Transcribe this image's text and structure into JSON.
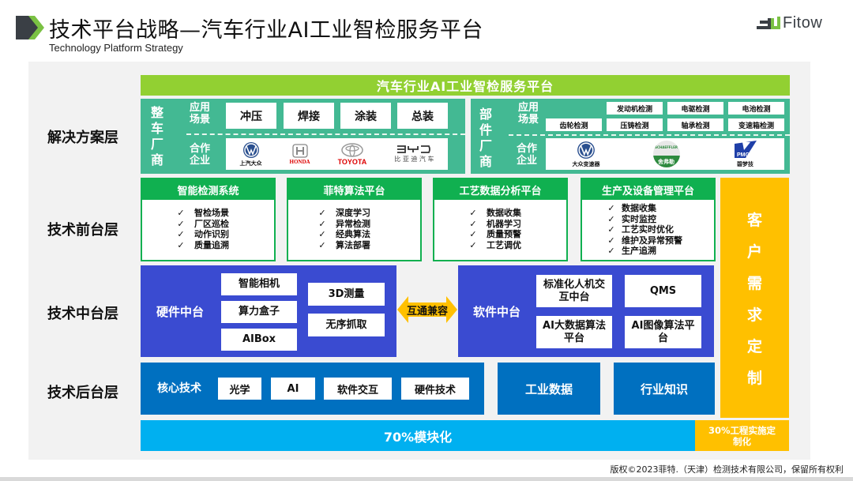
{
  "header": {
    "title": "技术平台战略—汽车行业AI工业智检服务平台",
    "subtitle": "Technology Platform Strategy",
    "logo_text": "Fitow"
  },
  "layers": {
    "solution": "解决方案层",
    "front": "技术前台层",
    "middle": "技术中台层",
    "back": "技术后台层"
  },
  "platform_banner": "汽车行业AI工业智检服务平台",
  "oem": {
    "vertical_label": [
      "整",
      "车",
      "厂",
      "商"
    ],
    "scenario_label": [
      "应用",
      "场景"
    ],
    "partner_label": [
      "合作",
      "企业"
    ],
    "scenarios": [
      "冲压",
      "焊接",
      "涂装",
      "总装"
    ],
    "partners": [
      {
        "name": "上汽大众",
        "icon": "volkswagen-logo"
      },
      {
        "name": "HONDA",
        "icon": "honda-logo"
      },
      {
        "name": "TOYOTA",
        "icon": "toyota-logo"
      },
      {
        "name": "比 亚 迪 汽 车",
        "icon": "byd-logo"
      }
    ]
  },
  "parts": {
    "vertical_label": [
      "部",
      "件",
      "厂",
      "商"
    ],
    "scenario_label": [
      "应用",
      "场景"
    ],
    "partner_label": [
      "合作",
      "企业"
    ],
    "scenarios_row1": [
      "发动机检测",
      "电驱检测",
      "电池检测"
    ],
    "scenarios_row2": [
      "齿轮检测",
      "压铸检测",
      "轴承检测",
      "变速箱检测"
    ],
    "partners": [
      {
        "name": "大众变速器",
        "icon": "volkswagen-logo"
      },
      {
        "name": "舍弗勒",
        "icon": "schaeffler-logo",
        "badge_text": "SCHAEFFLER"
      },
      {
        "name": "碧梦技",
        "icon": "pmg-logo",
        "badge_text": "PMG"
      }
    ]
  },
  "front_platforms": [
    {
      "title": "智能检测系统",
      "items": [
        "智检场景",
        "厂区巡检",
        "动作识别",
        "质量追溯"
      ]
    },
    {
      "title": "菲特算法平台",
      "items": [
        "深度学习",
        "异常检测",
        "经典算法",
        "算法部署"
      ]
    },
    {
      "title": "工艺数据分析平台",
      "items": [
        "数据收集",
        "机器学习",
        "质量预警",
        "工艺调优"
      ]
    },
    {
      "title": "生产及设备管理平台",
      "items": [
        "数据收集",
        "实时监控",
        "工艺实时优化",
        "维护及异常预警",
        "生产追溯"
      ]
    }
  ],
  "check_glyph": "✓",
  "customer_demand": [
    "客",
    "户",
    "需",
    "求",
    "定",
    "制"
  ],
  "middle": {
    "hardware_label": "硬件中台",
    "hardware_col1": [
      "智能相机",
      "算力盒子",
      "AIBox"
    ],
    "hardware_col2": [
      "3D测量",
      "无序抓取"
    ],
    "interop_label": "互通兼容",
    "software_label": "软件中台",
    "software_boxes": [
      "标准化人机交互中台",
      "QMS",
      "AI大数据算法平台",
      "AI图像算法平台"
    ]
  },
  "back": {
    "core_label": "核心技术",
    "core_items": [
      "光学",
      "AI",
      "软件交互",
      "硬件技术"
    ],
    "industrial_data": "工业数据",
    "industry_knowledge": "行业知识"
  },
  "bottom": {
    "modular": "70%模块化",
    "custom": "30%工程实施定制化"
  },
  "copyright": "版权©2023菲特.（天津）检测技术有限公司，保留所有权利",
  "colors": {
    "banner_green": "#92d032",
    "solution_teal": "#43b993",
    "front_green": "#10b050",
    "middle_blue": "#3a4bd1",
    "back_blue": "#0070c0",
    "modular_cyan": "#00b0f0",
    "custom_orange": "#ffc000"
  }
}
